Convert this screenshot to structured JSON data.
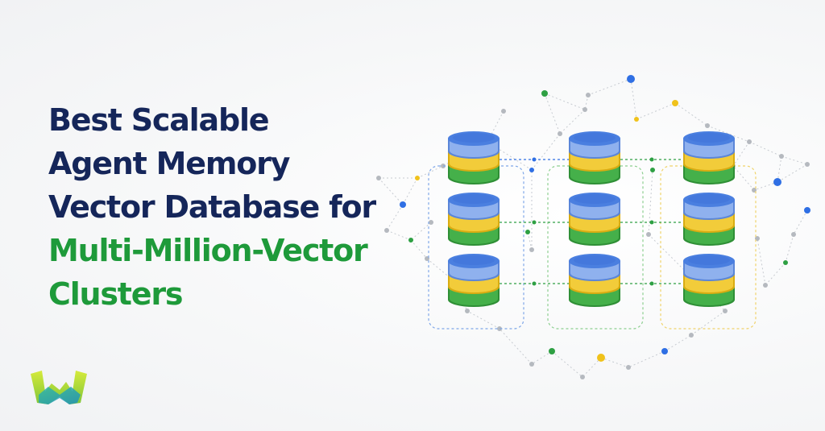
{
  "headline": {
    "lines": [
      {
        "text": "Best Scalable",
        "style": "dark"
      },
      {
        "text": "Agent Memory",
        "style": "dark"
      },
      {
        "text": "Vector Database for",
        "style": "dark"
      },
      {
        "text": "Multi-Million-Vector",
        "style": "green"
      },
      {
        "text": "Clusters",
        "style": "green"
      }
    ]
  },
  "colors": {
    "headline_dark": "#15265a",
    "headline_green": "#1e9a3a",
    "cylinder_blue": "#4a7fe0",
    "cylinder_yellow": "#f2cc3a",
    "cylinder_green": "#45b04a",
    "dot_blue": "#2f6fe4",
    "dot_green": "#2ea043",
    "dot_yellow": "#f0c21b",
    "dot_gray": "#b5b9bf"
  },
  "illustration": {
    "name": "vector-database-cluster-icon",
    "columns": 3,
    "rows": 3
  },
  "logo": {
    "name": "brand-logo-icon"
  }
}
